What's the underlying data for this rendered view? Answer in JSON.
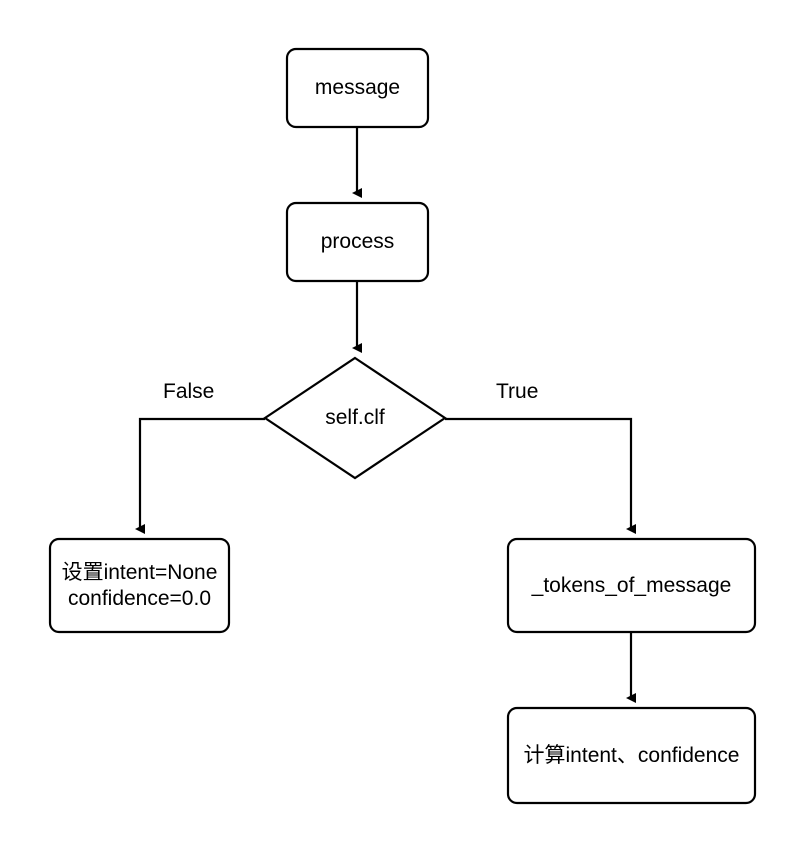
{
  "diagram": {
    "type": "flowchart",
    "orientation": "top-to-bottom",
    "stroke_color": "#000000",
    "fill_color": "#ffffff",
    "text_color": "#000000",
    "nodes": [
      {
        "id": "message",
        "shape": "rounded-rectangle",
        "label": "message"
      },
      {
        "id": "process",
        "shape": "rounded-rectangle",
        "label": "process"
      },
      {
        "id": "self_clf",
        "shape": "diamond",
        "label": "self.clf"
      },
      {
        "id": "set_none",
        "shape": "rounded-rectangle",
        "label_line1": "设置intent=None",
        "label_line2": "confidence=0.0"
      },
      {
        "id": "tokens_of_message",
        "shape": "rounded-rectangle",
        "label": "_tokens_of_message"
      },
      {
        "id": "compute_intent",
        "shape": "rounded-rectangle",
        "label": "计算intent、confidence"
      }
    ],
    "edges": [
      {
        "id": "e1",
        "from": "message",
        "to": "process",
        "label": ""
      },
      {
        "id": "e2",
        "from": "process",
        "to": "self_clf",
        "label": ""
      },
      {
        "id": "e3",
        "from": "self_clf",
        "to": "set_none",
        "label": "False"
      },
      {
        "id": "e4",
        "from": "self_clf",
        "to": "tokens_of_message",
        "label": "True"
      },
      {
        "id": "e5",
        "from": "tokens_of_message",
        "to": "compute_intent",
        "label": ""
      }
    ]
  }
}
